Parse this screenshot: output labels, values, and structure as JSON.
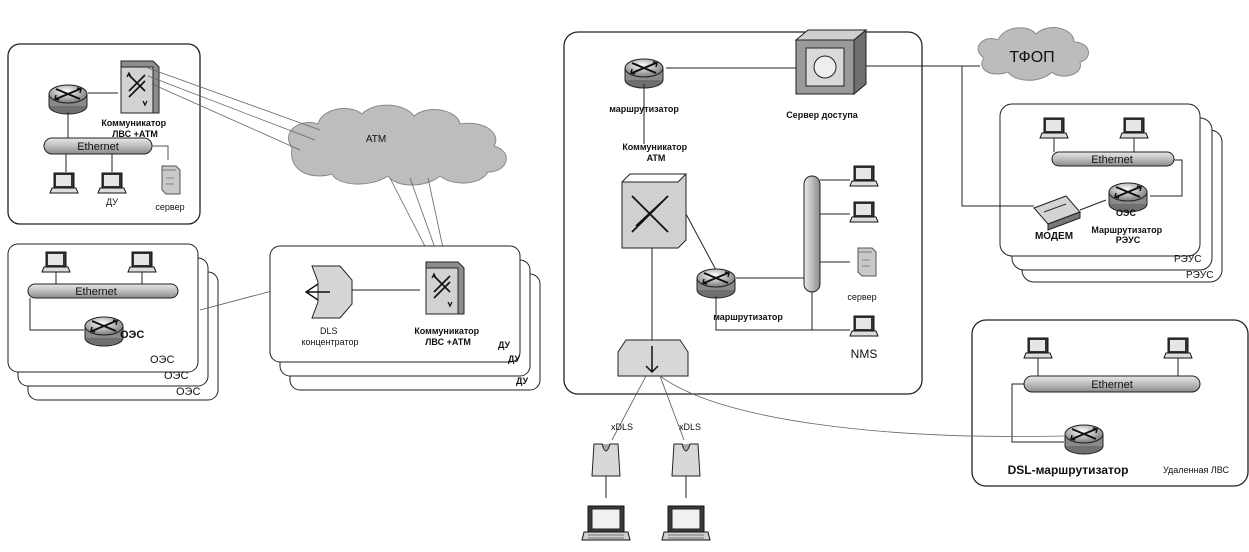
{
  "labels": {
    "switch_lan_atm": "Коммуникатор\nЛВС +АТМ",
    "ethernet": "Ethernet",
    "du": "ДУ",
    "server": "сервер",
    "atm_cloud": "ATM",
    "oes": "ОЭС",
    "dls_concentrator": "DLS\nконцентратор",
    "router": "маршрутизатор",
    "access_server": "Сервер доступа",
    "atm_switch": "Коммуникатор\nATM",
    "nms": "NMS",
    "pstn": "ТФОП",
    "modem": "МОДЕМ",
    "router_reus": "Маршрутизатор\nРЭУС",
    "reus": "РЭУС",
    "xdls": "xDLS",
    "dsl_router": "DSL-маршрутизатор",
    "remote_lan": "Удаленная ЛВС"
  }
}
